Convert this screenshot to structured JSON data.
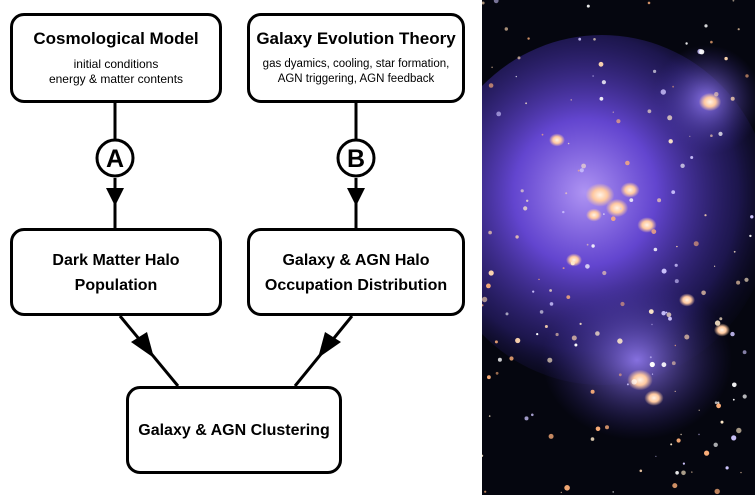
{
  "nodes": {
    "cosmo": {
      "title": "Cosmological Model",
      "lines": [
        "initial conditions",
        "energy & matter contents"
      ]
    },
    "galaxy_theory": {
      "title": "Galaxy Evolution Theory",
      "lines": [
        "gas dyamics, cooling, star formation,",
        "AGN triggering, AGN feedback"
      ]
    },
    "halo_pop": {
      "title_lines": [
        "Dark Matter Halo",
        "Population"
      ]
    },
    "hod": {
      "title_lines": [
        "Galaxy & AGN Halo",
        "Occupation Distribution"
      ]
    },
    "clustering": {
      "title": "Galaxy & AGN Clustering"
    }
  },
  "labels": {
    "a": "A",
    "b": "B"
  },
  "image": {
    "subject": "galaxy-cluster-image",
    "colors": {
      "background": "#05060f",
      "glow": "#7a55ff",
      "galaxies": "#ffd7b0"
    }
  }
}
